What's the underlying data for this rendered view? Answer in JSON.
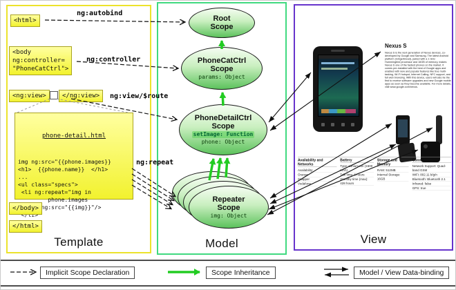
{
  "template_panel": {
    "label": "Template",
    "html_open": "<html>",
    "autobind_label": "ng:autobind",
    "body_lines": [
      "<body",
      "ng:controller=",
      "\"PhoneCatCtrl\">"
    ],
    "controller_label": "ng:controller",
    "ngview_open": "<ng:view>",
    "ngview_close": "</ng:view>",
    "view_route_label": "ng:view/$route",
    "repeat_label": "ng:repeat",
    "body_close": "</body>",
    "html_close": "</html>",
    "code": {
      "title": "phone-detail.html",
      "lines": [
        "img ng:src=\"{{phone.images}}",
        "<h1>  {{phone.name}}  </h1>",
        "...",
        "<ul class=\"specs\">",
        " <li ng:repeat=\"img in",
        "         phone.images",
        "  <img ng:src=\"{{img}}\"/>",
        " </li>",
        "..."
      ]
    }
  },
  "model_panel": {
    "label": "Model",
    "scopes": {
      "root": {
        "name": "Root",
        "type": "Scope"
      },
      "phonecat": {
        "name": "PhoneCatCtrl",
        "type": "Scope",
        "prop1": "params: Object"
      },
      "phonedetail": {
        "name": "PhoneDetailCtrl",
        "type": "Scope",
        "prop1": "setImage: Function",
        "prop2": "phone: Object"
      },
      "repeater": {
        "name": "Repeater",
        "type": "Scope",
        "prop1": "img: Object"
      }
    }
  },
  "view_panel": {
    "label": "View",
    "product": {
      "title": "Nexus S",
      "description": "Nexus S is the next generation of Nexus devices, co-developed by Google and Samsung. The latest Android platform (Gingerbread), paired with a 1 GHz Hummingbird processor and 16GB of memory, makes Nexus S one of the fastest phones on the market. It comes pre-installed with the best of Google apps and enabled with new and popular features like true multi-tasking, Wi-Fi hotspot, Internet Calling, NFC support, and full web browsing. With this device, users will also be the first to receive software upgrades and new Google mobile apps as soon as they become available. For more details, visit www.google.com/nexus."
    },
    "specs": {
      "columns": [
        {
          "header": "Availability and Networks",
          "items": [
            "Availability:",
            "Orange",
            "Snapper",
            "Vodafone"
          ]
        },
        {
          "header": "Battery",
          "items": [
            "Type: Lithium Ion (1500 mAh)",
            "Talk time: 6 hours",
            "Standby time (max): 428 hours"
          ]
        },
        {
          "header": "Storage and Memory",
          "items": [
            "RAM: 512MB",
            "Internal Storage: 16GB"
          ]
        },
        {
          "header": "Connectivity",
          "items": [
            "Network Support: Quad-band GSM",
            "WiFi: 802.11 b/g/n",
            "Bluetooth: Bluetooth 2.1",
            "Infrared: false",
            "GPS: true"
          ]
        }
      ]
    }
  },
  "legend": {
    "implicit": "Implicit Scope Declaration",
    "inheritance": "Scope Inheritance",
    "databinding": "Model / View Data-binding"
  },
  "colors": {
    "template_border": "#ece32b",
    "model_border": "#3fd97f",
    "view_border": "#6633cc",
    "note_yellow": "#f2f22e",
    "inheritance_green": "#22cc22",
    "arrow_black": "#111111"
  }
}
